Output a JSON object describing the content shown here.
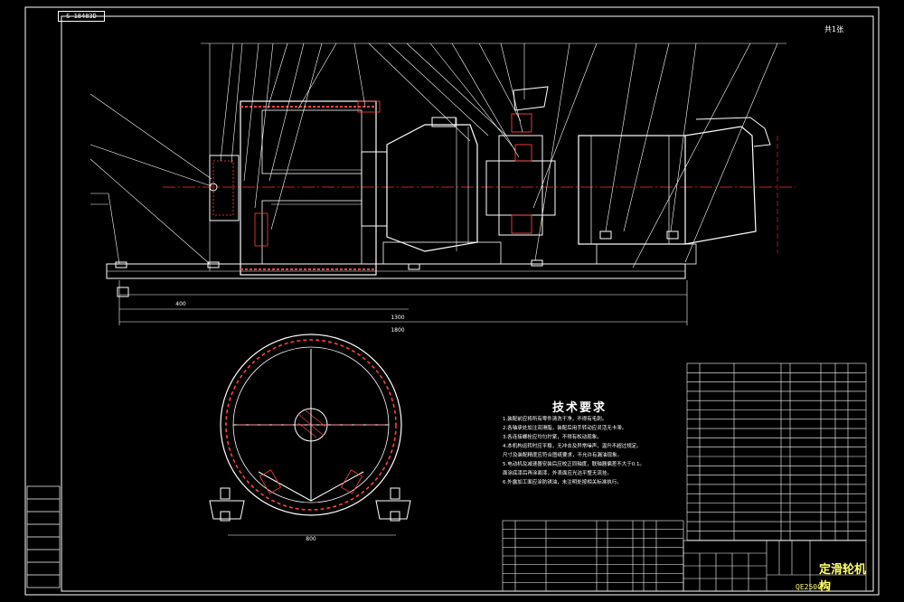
{
  "drawing": {
    "corner_tag": "S-18483D",
    "corner_label": "共1张",
    "title": "定滑轮机构",
    "code": "QE250C.3",
    "tech_title": "技术要求",
    "tech_lines": [
      "1.装配前应将所有零件清洗干净，不得有毛刺。",
      "2.各轴承处加注润滑脂，装配后用手转动应灵活无卡滞。",
      "3.各连接螺栓应均匀拧紧，不得有松动现象。",
      "4.本机构运转时应平稳，无冲击及异常噪声，温升不超过规定。",
      "尺寸及装配精度应符合图纸要求，不允许有漏油现象。",
      "5.电动机及减速器安装后应校正同轴度，联轴器偏差不大于0.1。",
      "面涂底漆后再涂面漆，外表面应光洁平整无流挂。",
      "6.外露加工面应涂防锈油，未注明处按相关标准执行。"
    ],
    "dimensions": [
      "1300",
      "1800",
      "800",
      "400"
    ]
  },
  "colors": {
    "line": "#ffffff",
    "hatch": "#ff4040",
    "center": "#ff3030",
    "leader": "#ffffff",
    "text_yellow": "#ffff66",
    "background": "#000000"
  }
}
